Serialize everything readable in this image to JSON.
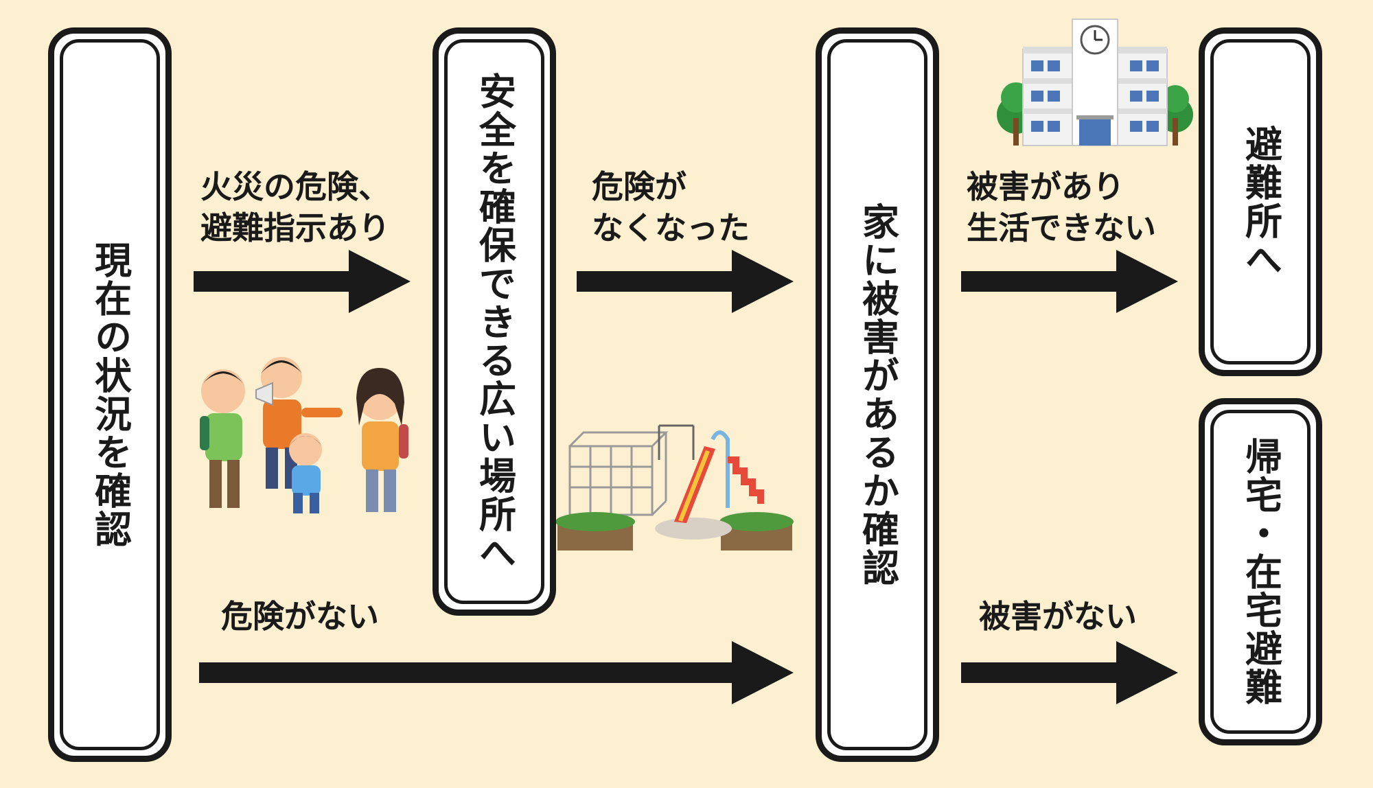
{
  "boxes": {
    "current": "現在の状況を確認",
    "safe_place": "安全を確保できる広い場所へ",
    "check_home": "家に被害があるか確認",
    "shelter": "避難所へ",
    "home": "帰宅・在宅避難"
  },
  "labels": {
    "fire_line1": "火災の危険、",
    "fire_line2": "避難指示あり",
    "gone_line1": "危険が",
    "gone_line2": "なくなった",
    "damage_line1": "被害があり",
    "damage_line2": "生活できない",
    "no_danger": "危険がない",
    "no_damage": "被害がない"
  },
  "colors": {
    "background": "#fdf0d1",
    "box_fill": "#ffffff",
    "stroke": "#1a1a1a"
  }
}
